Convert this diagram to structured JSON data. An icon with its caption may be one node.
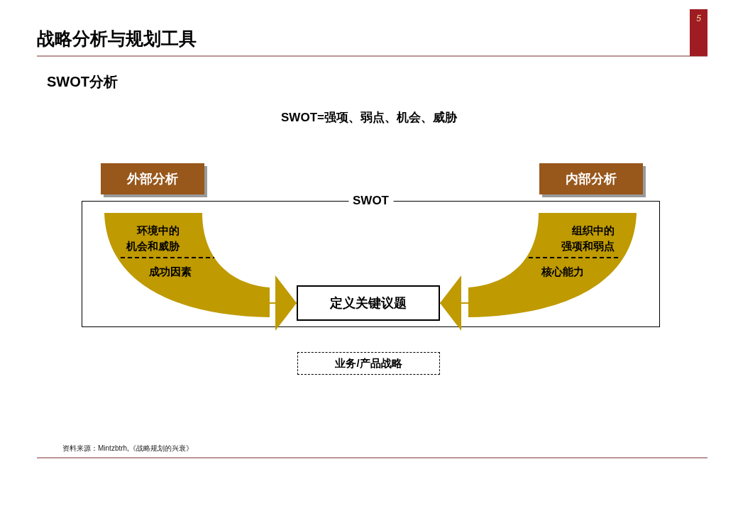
{
  "diagram": {
    "title": "战略分析与规划工具",
    "caption": "资料来源：Mintzbtrh,《战略规划的兴衰》",
    "nodes": [
      {
        "text": [
          "外部分析"
        ]
      },
      {
        "text": [
          "内部分析"
        ]
      },
      {
        "text": [
          "SWOT"
        ]
      },
      {
        "text": [
          "环境中的机会和威胁",
          "成功因素"
        ],
        "in": 2
      },
      {
        "text": [
          "组织中的强项和弱点",
          "核心能力"
        ],
        "in": 2
      },
      {
        "text": [
          "定义关键议题"
        ],
        "in": 2
      },
      {
        "text": [
          "业务/产品战略"
        ]
      }
    ],
    "edges": [
      {
        "from": 3,
        "to": 5,
        "arrow": "to"
      },
      {
        "from": 4,
        "to": 5,
        "arrow": "to"
      }
    ],
    "labels": [
      "5",
      "SWOT分析",
      "SWOT=强项、弱点、机会、威胁"
    ]
  }
}
